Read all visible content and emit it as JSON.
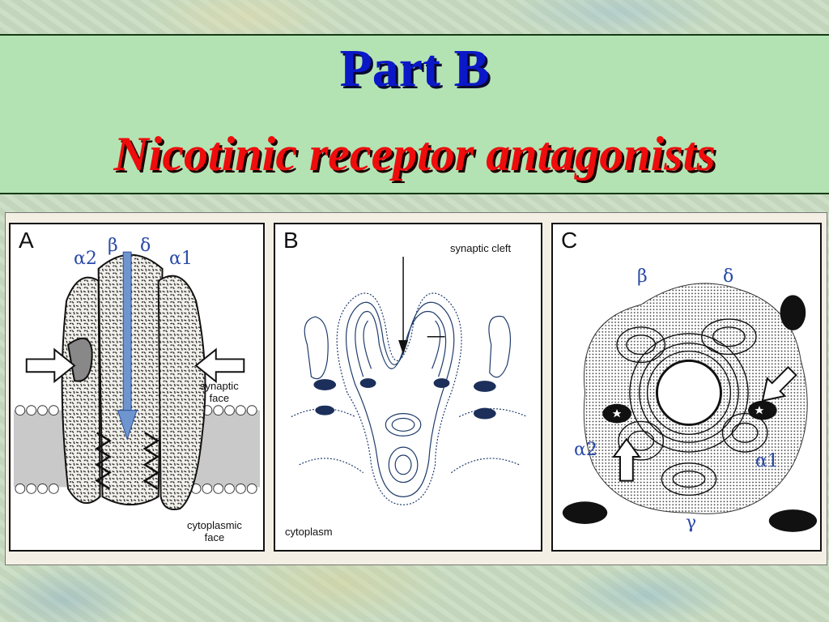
{
  "slide": {
    "title_line1": "Part B",
    "title_line2": "Nicotinic  receptor antagonists"
  },
  "figure": {
    "panelA": {
      "letter": "A",
      "beta": "β",
      "delta": "δ",
      "alpha2": "α2",
      "alpha1": "α1",
      "synaptic_face": "synaptic\nface",
      "synaptic_face_l1": "synaptic",
      "synaptic_face_l2": "face",
      "cytoplasmic_face_l1": "cytoplasmic",
      "cytoplasmic_face_l2": "face"
    },
    "panelB": {
      "letter": "B",
      "synaptic_cleft": "synaptic cleft",
      "cytoplasm": "cytoplasm"
    },
    "panelC": {
      "letter": "C",
      "beta": "β",
      "delta": "δ",
      "alpha2": "α2",
      "alpha1": "α1",
      "gamma": "γ"
    }
  },
  "colors": {
    "title_blue": "#0a18c8",
    "title_red": "#ee0c0c",
    "title_box": "#b3e3b3",
    "arrow_blue": "#6f95cf"
  }
}
